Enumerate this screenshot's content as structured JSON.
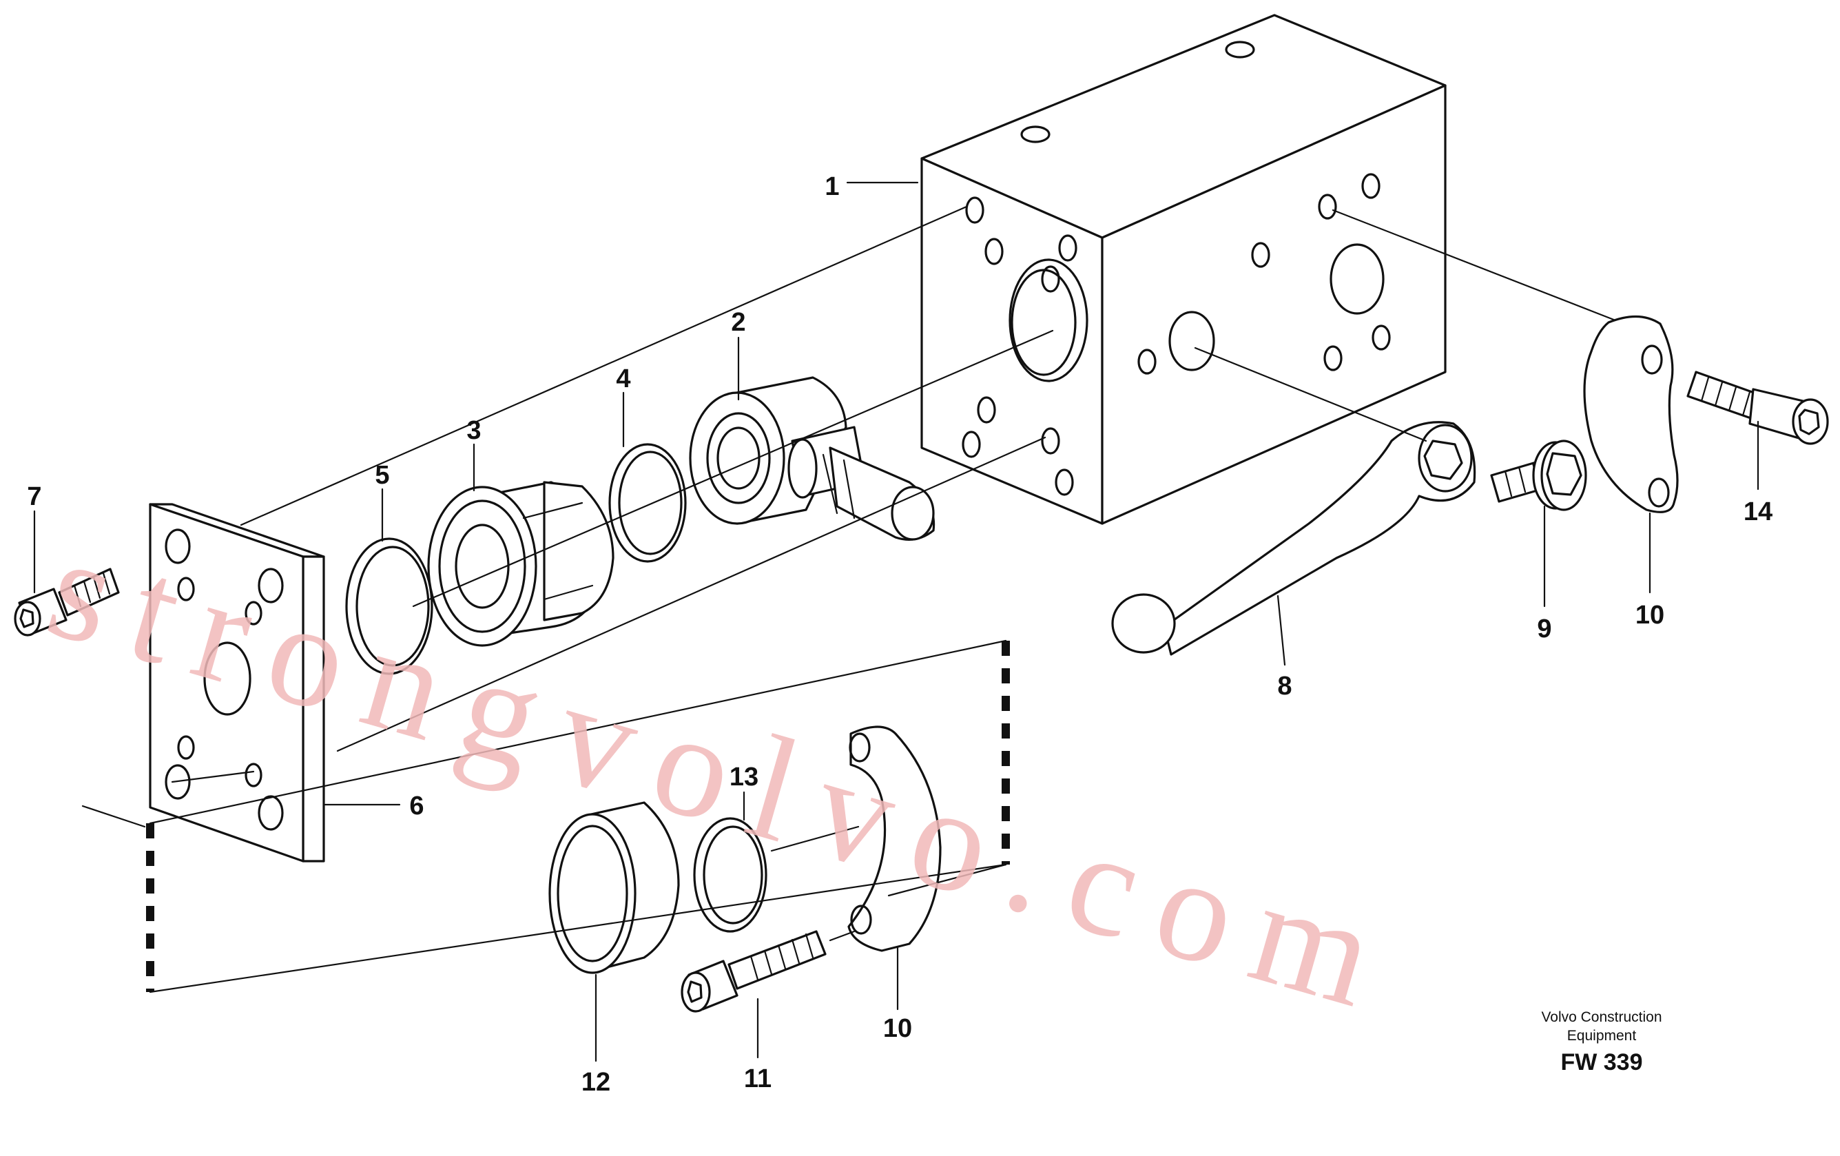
{
  "figure": {
    "watermark": "strongvolvo.com",
    "caption_line1": "Volvo Construction",
    "caption_line2": "Equipment",
    "figure_code": "FW 339"
  },
  "callouts": [
    "1",
    "2",
    "3",
    "4",
    "5",
    "6",
    "7",
    "8",
    "9",
    "10",
    "10",
    "11",
    "12",
    "13",
    "14"
  ],
  "parts": [
    "valve-block",
    "valve-cartridge",
    "plug",
    "o-ring",
    "o-ring",
    "cover-plate",
    "socket-screw",
    "lever-handle",
    "flange-screw",
    "clamp-half",
    "clamp-half",
    "socket-screw",
    "plug-cap",
    "o-ring",
    "socket-screw"
  ]
}
